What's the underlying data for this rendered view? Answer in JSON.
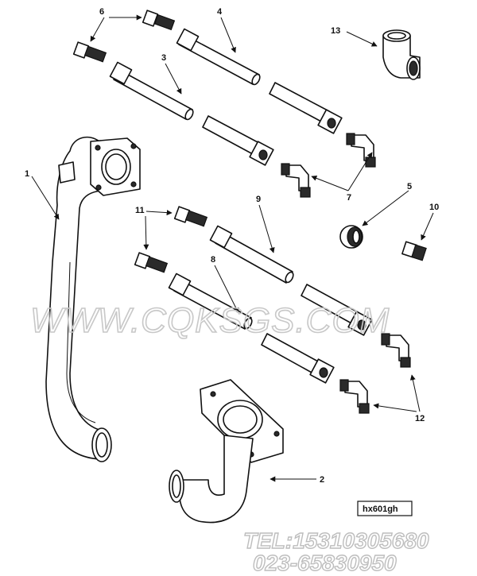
{
  "callouts": {
    "c1": "1",
    "c2": "2",
    "c3": "3",
    "c4": "4",
    "c5": "5",
    "c6": "6",
    "c7": "7",
    "c8": "8",
    "c9": "9",
    "c10": "10",
    "c11": "11",
    "c12": "12",
    "c13": "13"
  },
  "drawing_tag": "hx601gh",
  "watermark": {
    "site": "WWW.CQKSGS.COM",
    "tel_line": "TEL:15310305680",
    "phone_line": "023-65830950"
  }
}
